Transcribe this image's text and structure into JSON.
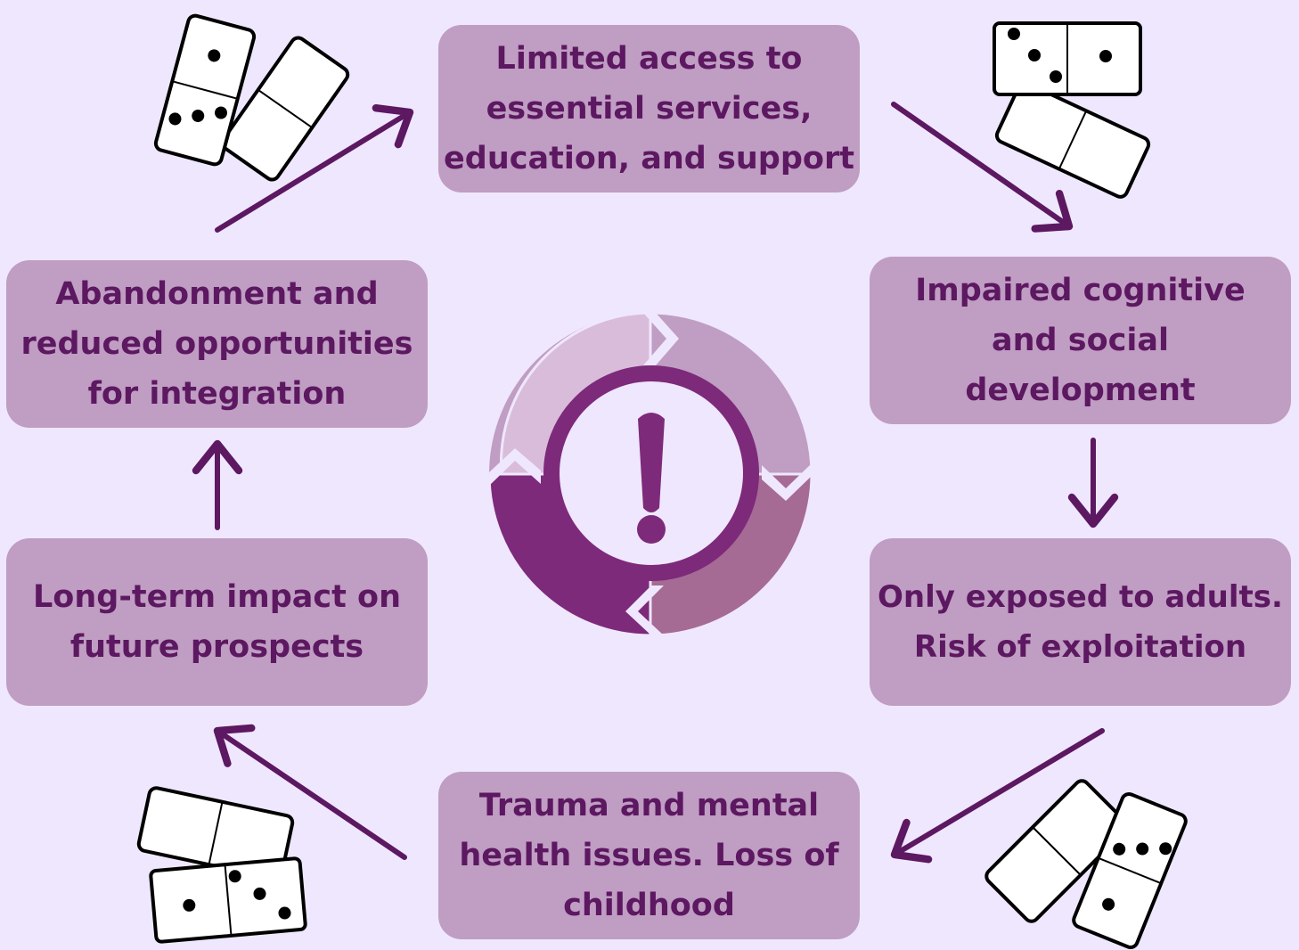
{
  "colors": {
    "background": "#efe7fd",
    "box_fill": "#c09dc3",
    "text": "#5c1860",
    "arrow": "#5c1860",
    "cycle_dark": "#7d2a7a",
    "cycle_mid": "#a56b95",
    "cycle_light": "#c09dc3",
    "cycle_pale": "#d9bcda"
  },
  "steps": [
    {
      "id": "top",
      "text": "Limited access to\nessential services,\neducation, and support"
    },
    {
      "id": "right1",
      "text": "Impaired cognitive\nand social\ndevelopment"
    },
    {
      "id": "right2",
      "text": "Only exposed to adults.\nRisk of exploitation"
    },
    {
      "id": "bottom",
      "text": "Trauma and mental\nhealth issues. Loss of\nchildhood"
    },
    {
      "id": "left2",
      "text": "Long-term impact on\nfuture prospects"
    },
    {
      "id": "left1",
      "text": "Abandonment and\nreduced opportunities\nfor integration"
    }
  ],
  "center": {
    "icon": "warning-exclamation-icon",
    "cycle": "circular-arrows-icon"
  },
  "decorations": [
    "domino-icon",
    "domino-icon",
    "domino-icon",
    "domino-icon"
  ]
}
